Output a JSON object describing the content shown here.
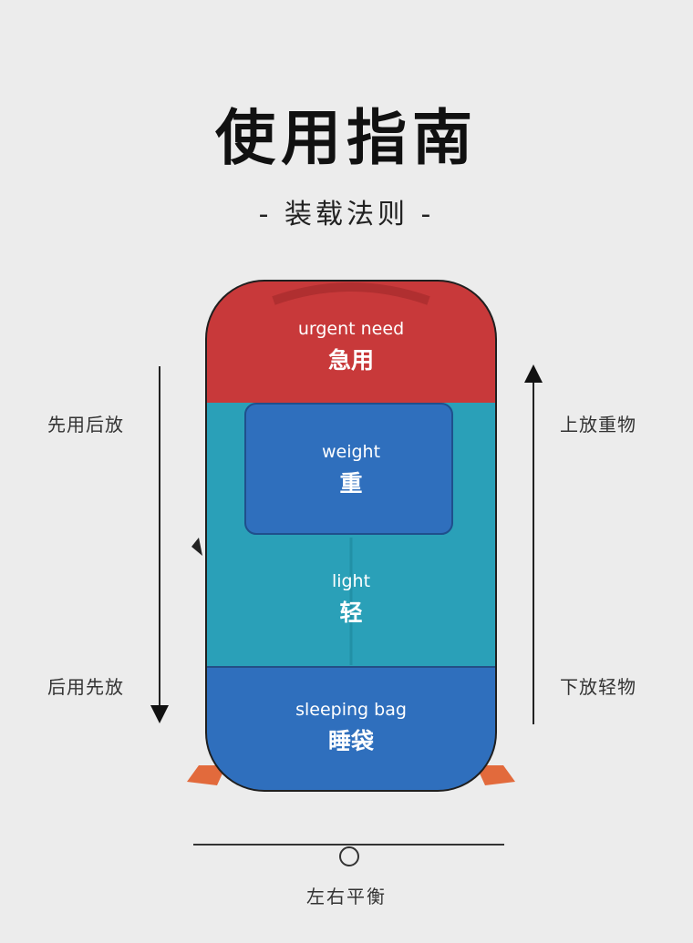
{
  "title": "使用指南",
  "subtitle": "- 装载法则 -",
  "zones": [
    {
      "en": "urgent need",
      "zh": "急用",
      "color": "#c8393a"
    },
    {
      "en": "weight",
      "zh": "重",
      "color": "#2f6fbd"
    },
    {
      "en": "light",
      "zh": "轻",
      "color": "#2aa0b8"
    },
    {
      "en": "sleeping bag",
      "zh": "睡袋",
      "color": "#2f6fbd"
    }
  ],
  "left_labels": {
    "top": "先用后放",
    "bottom": "后用先放"
  },
  "right_labels": {
    "top": "上放重物",
    "bottom": "下放轻物"
  },
  "balance_label": "左右平衡"
}
